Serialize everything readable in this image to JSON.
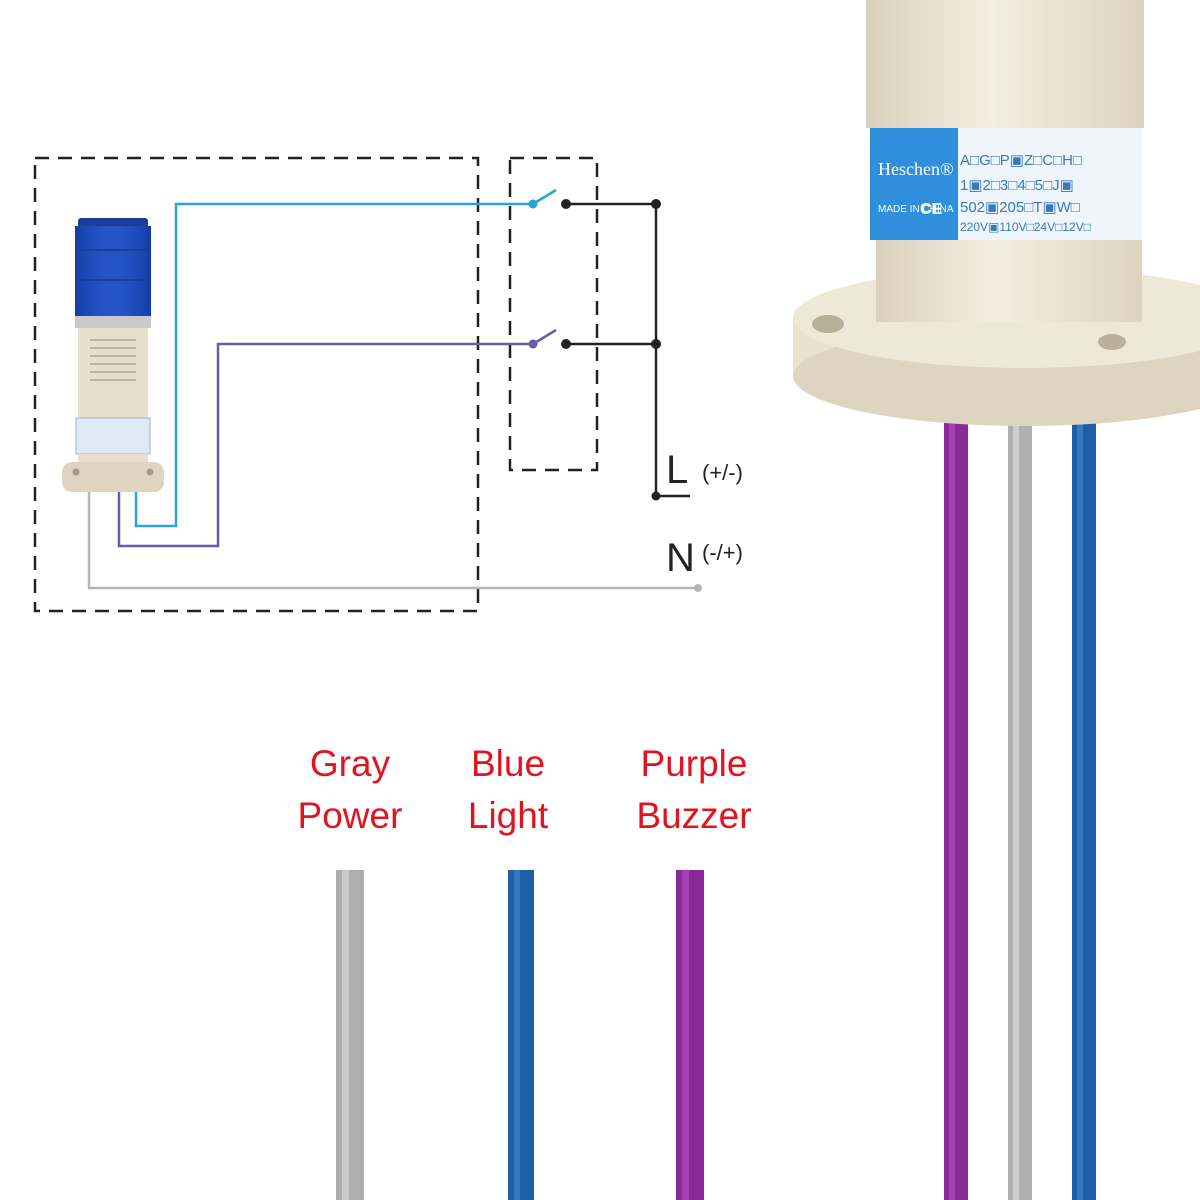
{
  "wiring": {
    "line_label": "L",
    "line_polarity": "(+/-)",
    "neutral_label": "N",
    "neutral_polarity": "(-/+)"
  },
  "legend": [
    {
      "color_word": "Gray",
      "function": "Power",
      "wire_color": "#aeaeae"
    },
    {
      "color_word": "Blue",
      "function": "Light",
      "wire_color": "#1f5fa8"
    },
    {
      "color_word": "Purple",
      "function": "Buzzer",
      "wire_color": "#8a2a9a"
    }
  ],
  "product_label": {
    "brand": "Heschen®",
    "origin": "MADE IN CHINA",
    "mark": "CE",
    "option_rows": [
      "A□G□P▣Z□C□H□",
      "1▣2□3□4□5□J▣",
      "502▣205□T▣W□",
      "220V▣110V□24V□12V□"
    ]
  },
  "colors": {
    "label_red": "#e0141e",
    "wire_blue": "#1f5fa8",
    "wire_purple": "#8a2a9a",
    "wire_gray": "#aeaeae",
    "schematic_blue": "#29a3d8",
    "schematic_purple": "#6a5aa8",
    "housing": "#ebe4d2"
  }
}
